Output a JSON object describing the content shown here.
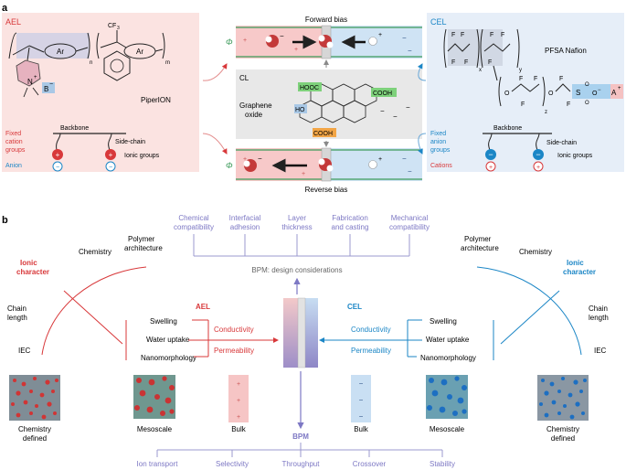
{
  "panel_a": {
    "label": "a",
    "ael": {
      "title": "AEL",
      "ar": "Ar",
      "n_sub": "n",
      "m_sub": "m",
      "cf3": "CF",
      "cf3_sub": "3",
      "n_plus": "N",
      "plus_sign": "+",
      "b_minus": "B",
      "minus_sign": "−",
      "polymer_name": "PiperION",
      "fixed_groups": [
        "Fixed",
        "cation",
        "groups"
      ],
      "anion": "Anion",
      "backbone": "Backbone",
      "side_chain": "Side-chain",
      "ionic_groups": "Ionic groups"
    },
    "center": {
      "forward_bias": "Forward bias",
      "reverse_bias": "Reverse bias",
      "cl": "CL",
      "graphene_oxide": [
        "Graphene",
        "oxide"
      ],
      "hooc": "HOOC",
      "cooh_top": "COOH",
      "ho": "HO",
      "cooh_bottom": "COOH",
      "phi": "Φ",
      "minus": "−",
      "plus": "+"
    },
    "cel": {
      "title": "CEL",
      "f": "F",
      "x_sub": "x",
      "y_sub": "y",
      "z_sub": "z",
      "o": "O",
      "s": "S",
      "a_plus": "A",
      "nafion": "PFSA Nafion",
      "fixed_groups": [
        "Fixed",
        "anion",
        "groups"
      ],
      "cations": "Cations",
      "backbone": "Backbone",
      "side_chain": "Side-chain",
      "ionic_groups": "Ionic groups"
    }
  },
  "panel_b": {
    "label": "b",
    "top_considerations": [
      [
        "Chemical",
        "compatibility"
      ],
      [
        "Interfacial",
        "adhesion"
      ],
      [
        "Layer",
        "thickness"
      ],
      [
        "Fabrication",
        "and casting"
      ],
      [
        "Mechanical",
        "compatibility"
      ]
    ],
    "design_title": "BPM: design considerations",
    "left": {
      "ionic_character": [
        "Ionic",
        "character"
      ],
      "chemistry": "Chemistry",
      "polymer_architecture": [
        "Polymer",
        "architecture"
      ],
      "chain_length": [
        "Chain",
        "length"
      ],
      "iec": "IEC",
      "label": "AEL"
    },
    "right": {
      "ionic_character": [
        "Ionic",
        "character"
      ],
      "chemistry": "Chemistry",
      "polymer_architecture": [
        "Polymer",
        "architecture"
      ],
      "chain_length": [
        "Chain",
        "length"
      ],
      "iec": "IEC",
      "label": "CEL"
    },
    "swelling": "Swelling",
    "water_uptake": "Water uptake",
    "nanomorphology": "Nanomorphology",
    "conductivity": "Conductivity",
    "permeability": "Permeability",
    "bottom_tiles": {
      "chem_defined": [
        "Chemistry",
        "defined"
      ],
      "mesoscale": "Mesoscale",
      "bulk": "Bulk",
      "bpm": "BPM"
    },
    "bottom_considerations": [
      "Ion transport",
      "Selectivity",
      "Throughput",
      "Crossover",
      "Stability"
    ]
  },
  "colors": {
    "red": "#d8383a",
    "blue": "#1b86c6",
    "purple": "#7d78c4",
    "ael_bg": "#fbe3e1",
    "cel_bg": "#e6eef8"
  }
}
